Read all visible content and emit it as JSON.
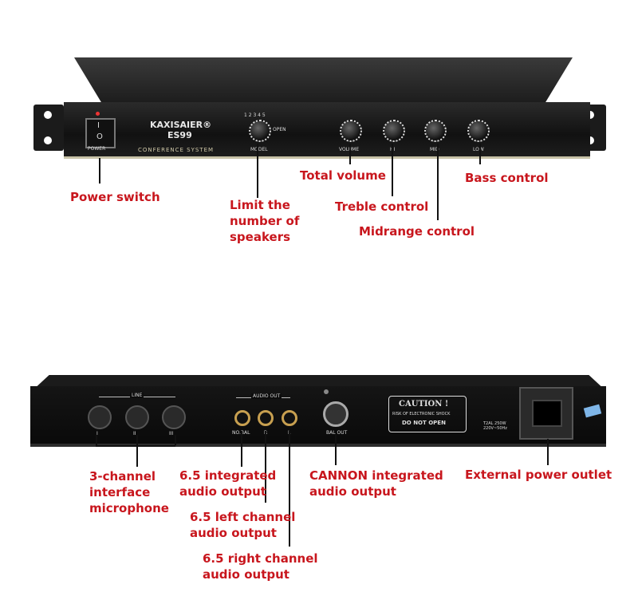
{
  "front_panel": {
    "brand": "KAXISAIER®",
    "model": "ES99",
    "subtitle": "CONFERENCE SYSTEM",
    "power_label": "POWER",
    "selector_marks": "1 2 3 4 5",
    "open_label": "OPEN",
    "selector_label": "MODEL",
    "knob_labels": [
      "VOLUME",
      "HI",
      "MID",
      "LOW"
    ]
  },
  "back_panel": {
    "line_label": "LINE",
    "din_labels": [
      "I",
      "II",
      "III"
    ],
    "audio_out_label": "AUDIO OUT",
    "jack_labels": [
      "NO.BAL",
      "R",
      "L"
    ],
    "xlr_label": "BAL OUT",
    "caution_title": "CAUTION !",
    "caution_sub": "RISK OF ELECTRONIC SHOCK",
    "caution_do_not_open": "DO NOT OPEN",
    "power_rating": "T2AL 250W\n220V~50Hz"
  },
  "callouts": {
    "power_switch": "Power switch",
    "limit_speakers": "Limit the\nnumber of\nspeakers",
    "total_volume": "Total volume",
    "treble_control": "Treble control",
    "midrange_control": "Midrange control",
    "bass_control": "Bass control",
    "mic_interface": "3-channel\ninterface\nmicrophone",
    "integrated_65": "6.5 integrated\naudio output",
    "left_65": "6.5 left channel\naudio output",
    "right_65": "6.5 right channel\naudio output",
    "cannon_output": "CANNON integrated\naudio output",
    "external_power": "External power outlet"
  },
  "colors": {
    "callout_text": "#c8161d",
    "device_body": "#141414"
  }
}
